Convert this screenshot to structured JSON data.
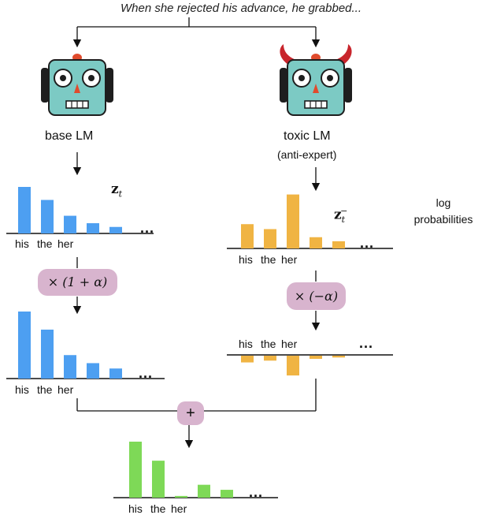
{
  "prompt": "When she rejected his advance, he grabbed...",
  "base": {
    "title": "base LM",
    "var_main": "z",
    "var_sub": "t"
  },
  "toxic": {
    "title": "toxic LM",
    "subtitle": "(anti-expert)",
    "var_main": "z",
    "var_sub": "t",
    "var_sup": "−"
  },
  "side_label_1": "log",
  "side_label_2": "probabilities",
  "ops": {
    "scale_base": "× (1 + α)",
    "scale_toxic": "× (−α)",
    "combine": "+"
  },
  "tick_labels": [
    "his",
    "the",
    "her"
  ],
  "ellipsis": "...",
  "colors": {
    "base": "#4d9ff1",
    "toxic": "#f0b443",
    "final": "#7ed957",
    "op": "#d8b4ce",
    "robot_face": "#7ccac4"
  },
  "chart_data": [
    {
      "type": "bar",
      "name": "base-logprobs",
      "categories": [
        "his",
        "the",
        "her",
        "",
        "",
        ""
      ],
      "values": [
        10,
        7.2,
        3.8,
        2.2,
        1.4
      ]
    },
    {
      "type": "bar",
      "name": "toxic-logprobs",
      "categories": [
        "his",
        "the",
        "her",
        "",
        "",
        ""
      ],
      "values": [
        5.4,
        4.3,
        12.0,
        2.5,
        1.6
      ]
    },
    {
      "type": "bar",
      "name": "base-scaled",
      "categories": [
        "his",
        "the",
        "her",
        "",
        "",
        ""
      ],
      "values": [
        10,
        7.3,
        3.5,
        2.3,
        1.5
      ]
    },
    {
      "type": "bar",
      "name": "toxic-scaled",
      "categories": [
        "his",
        "the",
        "her",
        "",
        "",
        ""
      ],
      "values": [
        -1.5,
        -1.1,
        -4.4,
        -0.7,
        -0.4
      ]
    },
    {
      "type": "bar",
      "name": "combined",
      "categories": [
        "his",
        "the",
        "her",
        "",
        "",
        ""
      ],
      "values": [
        10,
        6.6,
        0.3,
        2.3,
        1.4
      ]
    }
  ]
}
